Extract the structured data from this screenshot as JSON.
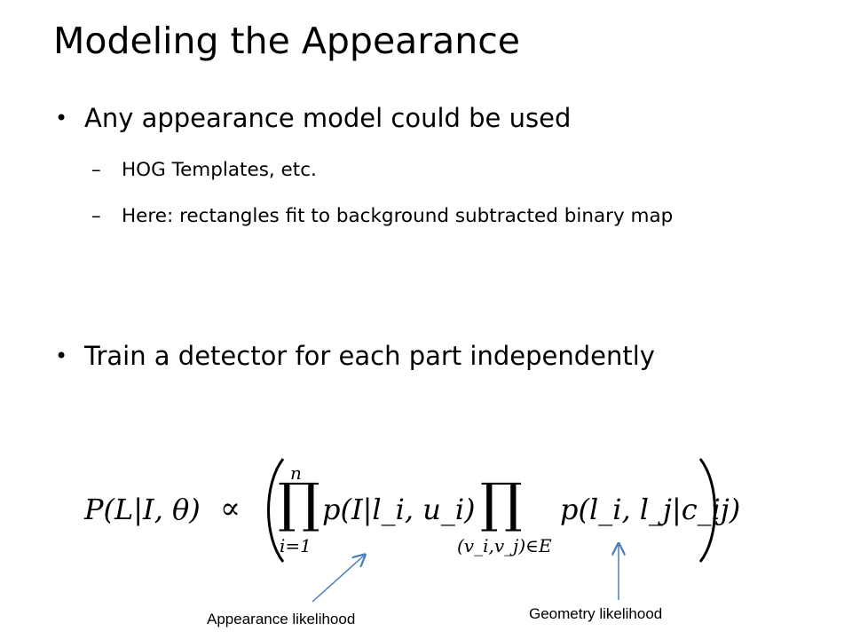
{
  "slide": {
    "title": "Modeling the Appearance",
    "bullets": [
      {
        "text": "Any appearance model could be used",
        "subitems": [
          "HOG Templates, etc.",
          "Here: rectangles fit to background subtracted binary map"
        ]
      },
      {
        "text": "Train a detector for each part independently",
        "subitems": []
      }
    ]
  },
  "formula": {
    "lhs": "P(L|I, θ)",
    "relation": "∝",
    "product1": {
      "upper": "n",
      "lower": "i=1",
      "term": "p(I|l_i, u_i)"
    },
    "product2": {
      "lower": "(v_i,v_j)∈E",
      "term": "p(l_i, l_j|c_ij)"
    }
  },
  "annotations": {
    "appearance": "Appearance likelihood",
    "geometry": "Geometry likelihood"
  },
  "colors": {
    "arrow": "#4a7ebb",
    "text": "#000000"
  }
}
